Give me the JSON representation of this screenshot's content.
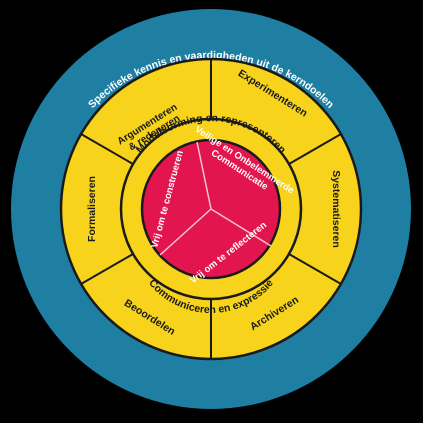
{
  "colors": {
    "background": "#000000",
    "outer_ring": "#1e7fa3",
    "yellow": "#f7d31c",
    "center": "#e3154f",
    "stroke": "#1a1a1a"
  },
  "outer_ring": {
    "label": "Specifieke kennis en vaardigheden uit de kerndoelen"
  },
  "middle_ring": {
    "segments": [
      {
        "lines": [
          "Argumenteren",
          "& redeneren"
        ]
      },
      {
        "lines": [
          "Experimenteren"
        ]
      },
      {
        "lines": [
          "Systematiseren"
        ]
      },
      {
        "lines": [
          "Archiveren"
        ]
      },
      {
        "lines": [
          "Beoordelen"
        ]
      },
      {
        "lines": [
          "Formaliseren"
        ]
      }
    ]
  },
  "inner_ring": {
    "top_label": "Modelvorming en representeren",
    "bottom_label": "Communiceren en expressie"
  },
  "center": {
    "sectors": [
      {
        "lines": [
          "Veilige en Onbelemmerde",
          "Communicatie"
        ]
      },
      {
        "lines": [
          "Vrij om te reflecteren"
        ]
      },
      {
        "lines": [
          "Vrij om te construeren"
        ]
      }
    ]
  }
}
